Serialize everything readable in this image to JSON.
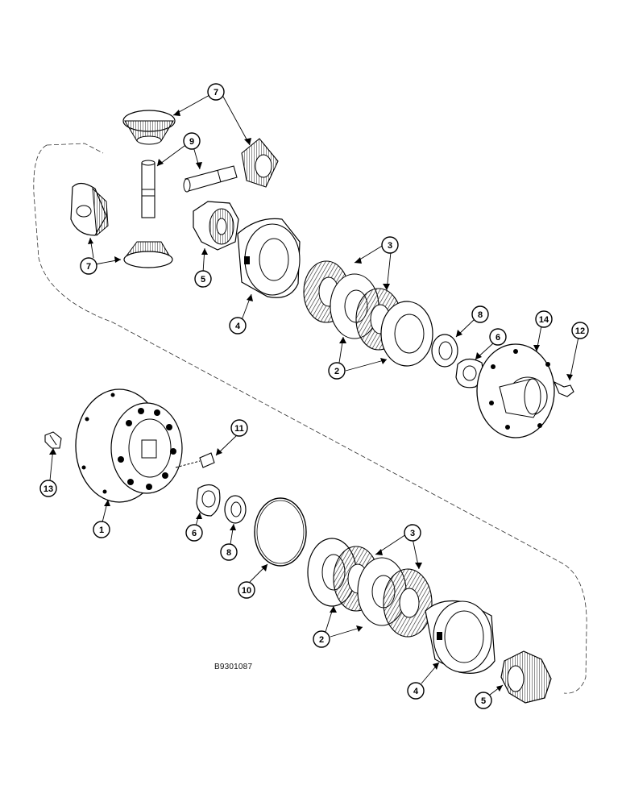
{
  "figure_id": "B9301087",
  "parts": [
    {
      "key": "housing_left",
      "callout": "1"
    },
    {
      "key": "separator_plates",
      "callout": "2"
    },
    {
      "key": "friction_discs",
      "callout": "3"
    },
    {
      "key": "piston",
      "callout": "4"
    },
    {
      "key": "side_gear",
      "callout": "5"
    },
    {
      "key": "thrust_washer",
      "callout": "6"
    },
    {
      "key": "pinion_gears",
      "callout": "7"
    },
    {
      "key": "thrust_washer_small",
      "callout": "8"
    },
    {
      "key": "pinion_shafts",
      "callout": "9"
    },
    {
      "key": "seal_ring",
      "callout": "10"
    },
    {
      "key": "dowel_pin",
      "callout": "11"
    },
    {
      "key": "bolt_right",
      "callout": "12"
    },
    {
      "key": "bolt_left",
      "callout": "13"
    },
    {
      "key": "housing_right",
      "callout": "14"
    }
  ]
}
